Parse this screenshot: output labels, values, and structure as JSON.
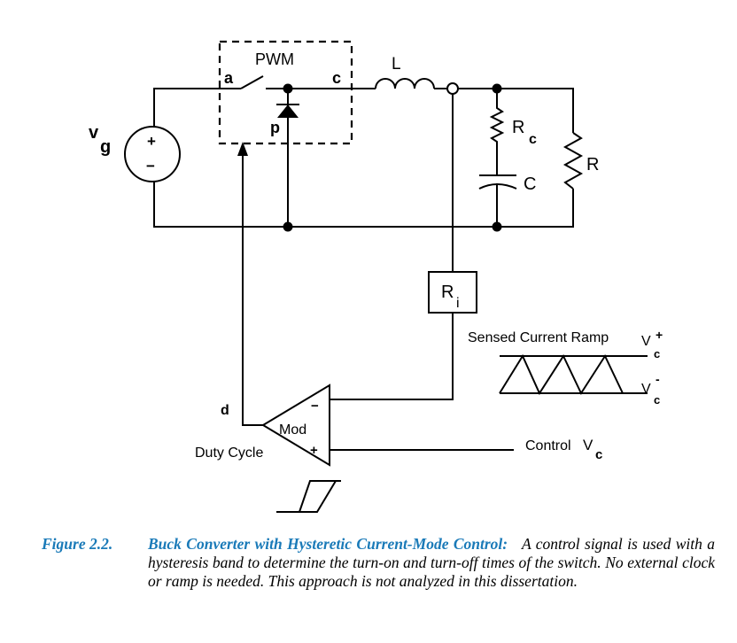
{
  "diagram": {
    "title": "Buck Converter with Hysteretic Current-Mode Control",
    "labels": {
      "source": "v",
      "source_sub": "g",
      "source_plus": "+",
      "source_minus": "−",
      "pwm": "PWM",
      "node_a": "a",
      "node_c": "c",
      "node_p": "p",
      "inductor": "L",
      "esr": "R",
      "esr_sub": "c",
      "capacitor": "C",
      "load": "R",
      "sense_resistor": "R",
      "sense_resistor_sub": "i",
      "ramp_title": "Sensed Current Ramp",
      "vc_plus": "V",
      "vc_plus_sup": "+",
      "vc_plus_sub": "c",
      "vc_minus": "V",
      "vc_minus_sup": "-",
      "vc_minus_sub": "c",
      "duty_symbol": "d",
      "duty_label": "Duty Cycle",
      "modulator": "Mod",
      "comp_minus": "−",
      "comp_plus": "+",
      "control_label": "Control",
      "control_v": "V",
      "control_v_sub": "c"
    },
    "components": [
      {
        "id": "vg",
        "type": "voltage-source"
      },
      {
        "id": "switch",
        "type": "switch",
        "from": "a",
        "to": "c"
      },
      {
        "id": "diode",
        "type": "diode",
        "node": "p"
      },
      {
        "id": "L",
        "type": "inductor"
      },
      {
        "id": "current-sensor",
        "type": "current-probe"
      },
      {
        "id": "Rc",
        "type": "resistor"
      },
      {
        "id": "C",
        "type": "capacitor"
      },
      {
        "id": "R",
        "type": "resistor"
      },
      {
        "id": "Ri",
        "type": "sense-block"
      },
      {
        "id": "Mod",
        "type": "comparator"
      },
      {
        "id": "hysteresis",
        "type": "hysteresis-symbol"
      }
    ]
  },
  "caption": {
    "figure_number": "Figure 2.2.",
    "title": "Buck Converter with Hysteretic Current-Mode Control:",
    "body": "A control signal is used with a hysteresis band to determine the turn-on and turn-off times of the switch. No external clock or ramp is needed.  This approach is not analyzed in this dissertation."
  }
}
